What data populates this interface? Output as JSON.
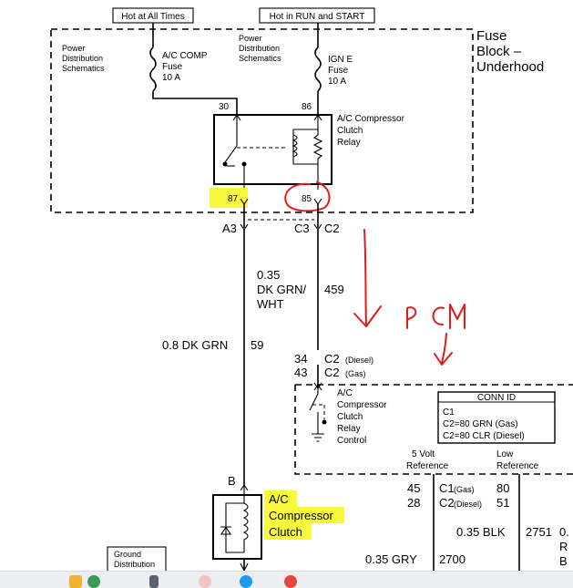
{
  "header": {
    "hot_all_times": "Hot at All Times",
    "hot_run_start": "Hot in RUN and START"
  },
  "fuse_block": {
    "title_line1": "Fuse",
    "title_line2": "Block –",
    "title_line3": "Underhood"
  },
  "left_fuse": {
    "dist_l1": "Power",
    "dist_l2": "Distribution",
    "dist_l3": "Schematics",
    "name_l1": "A/C COMP",
    "name_l2": "Fuse",
    "name_l3": "10 A"
  },
  "right_fuse": {
    "dist_l1": "Power",
    "dist_l2": "Distribution",
    "dist_l3": "Schematics",
    "name_l1": "IGN E",
    "name_l2": "Fuse",
    "name_l3": "10 A"
  },
  "relay": {
    "label_l1": "A/C Compressor",
    "label_l2": "Clutch",
    "label_l3": "Relay",
    "pin30": "30",
    "pin86": "86",
    "pin87": "87",
    "pin85": "85"
  },
  "connectors": {
    "a3": "A3",
    "c3": "C3",
    "c2": "C2",
    "b": "B"
  },
  "wires": {
    "w459_l1": "0.35",
    "w459_l2": "DK GRN/",
    "w459_l3": "WHT",
    "w459_num": "459",
    "w59_label": "0.8 DK GRN",
    "w59_num": "59",
    "blk_label": "0.35 BLK",
    "blk_num": "2751",
    "gry_label": "0.35 GRY",
    "gry_num": "2700"
  },
  "pcm": {
    "pin34": "34",
    "pin43": "43",
    "c2": "C2",
    "diesel": "(Diesel)",
    "gas": "(Gas)",
    "ctrl_l1": "A/C",
    "ctrl_l2": "Compressor",
    "ctrl_l3": "Clutch",
    "ctrl_l4": "Relay",
    "ctrl_l5": "Control",
    "conn_id": "CONN ID",
    "c1": "C1",
    "c2gas": "C2=80 GRN (Gas)",
    "c2diesel": "C2=80 CLR (Diesel)",
    "ref5_l1": "5 Volt",
    "ref5_l2": "Reference",
    "lowref_l1": "Low",
    "lowref_l2": "Reference",
    "pin45": "45",
    "pin28": "28",
    "pin80": "80",
    "pin51": "51",
    "c1_gas": "(Gas)",
    "c2d": "C2",
    "c2d_diesel": "(Diesel)",
    "cut1": "0.",
    "cut2": "R",
    "cut3": "B"
  },
  "clutch": {
    "l1": "A/C",
    "l2": "Compressor",
    "l3": "Clutch"
  },
  "ground": {
    "l1": "Ground",
    "l2": "Distribution"
  },
  "annotation": {
    "pcm": "PCM"
  },
  "colors": {
    "highlight": "#f7f71a",
    "ink": "#e11b1b"
  }
}
